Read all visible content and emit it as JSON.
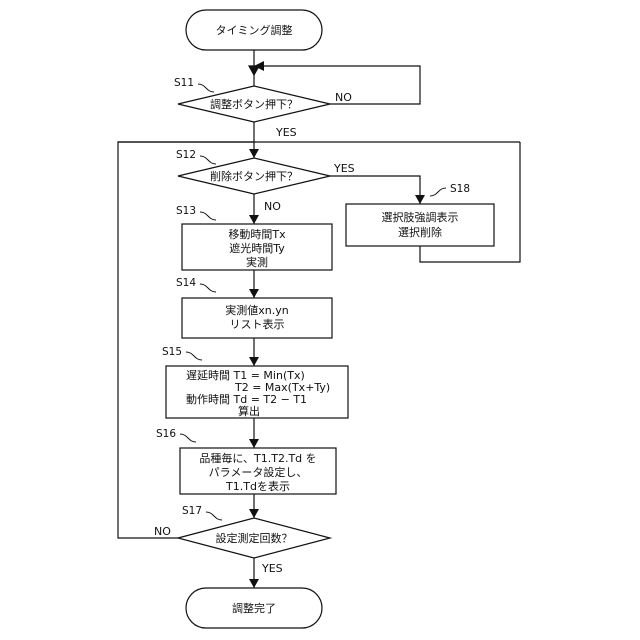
{
  "flowchart": {
    "start": "タイミング調整",
    "end": "調整完了",
    "step_labels": {
      "s11": "S11",
      "s12": "S12",
      "s13": "S13",
      "s14": "S14",
      "s15": "S15",
      "s16": "S16",
      "s17": "S17",
      "s18": "S18"
    },
    "decisions": {
      "adjust_pressed": "調整ボタン押下？",
      "delete_pressed": "削除ボタン押下？",
      "count_reached": "設定測定回数？"
    },
    "processes": {
      "measure": [
        "移動時間Tx",
        "遮光時間Ty",
        "実測"
      ],
      "list_display": [
        "実測値xn.yn",
        "リスト表示"
      ],
      "calc": [
        "遅延時間 T1 = Min(Tx)",
        "T2 = Max(Tx+Ty)",
        "動作時間 Td = T2 − T1",
        "算出"
      ],
      "set_params": [
        "品種毎に、T1.T2.Td を",
        "パラメータ設定し、",
        "T1.Tdを表示"
      ],
      "delete_selection": [
        "選択肢強調表示",
        "選択削除"
      ]
    },
    "branch_labels": {
      "yes": "YES",
      "no": "NO"
    }
  }
}
